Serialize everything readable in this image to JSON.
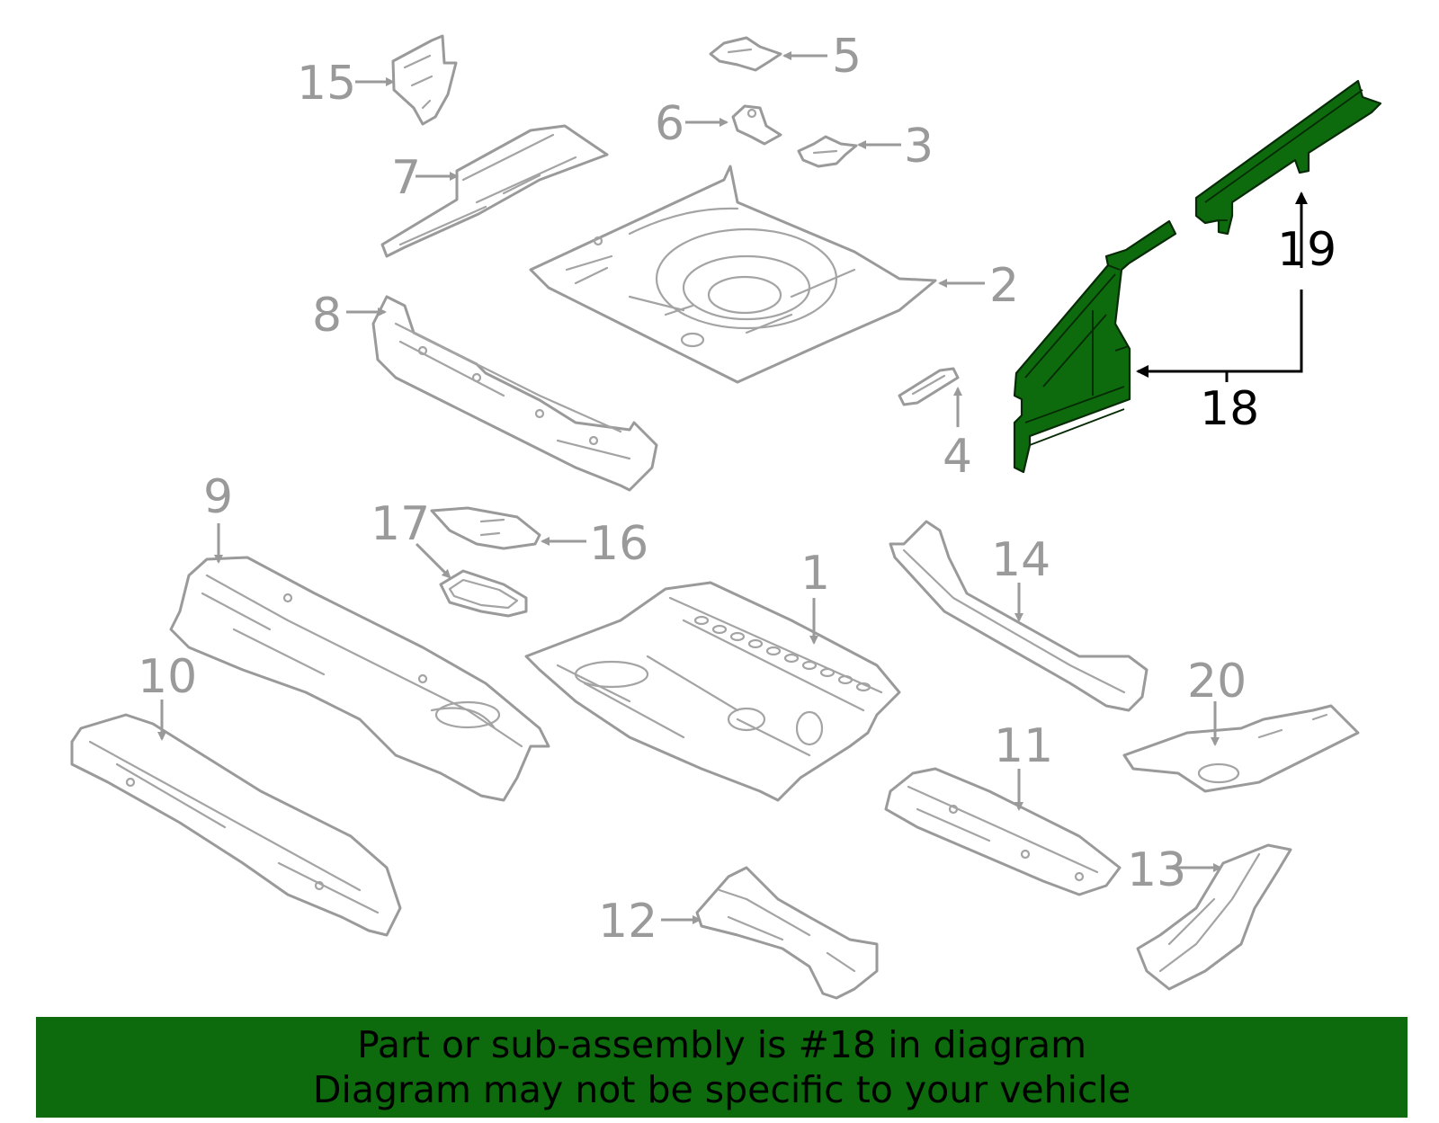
{
  "callouts": {
    "c1": "1",
    "c2": "2",
    "c3": "3",
    "c4": "4",
    "c5": "5",
    "c6": "6",
    "c7": "7",
    "c8": "8",
    "c9": "9",
    "c10": "10",
    "c11": "11",
    "c12": "12",
    "c13": "13",
    "c14": "14",
    "c15": "15",
    "c16": "16",
    "c17": "17",
    "c18": "18",
    "c19": "19",
    "c20": "20"
  },
  "highlighted_part": "18",
  "colors": {
    "highlight": "#0d6b0d",
    "outline": "#9a9a9a",
    "banner": "#0d6b0d"
  },
  "banner": {
    "line1": "Part or sub-assembly is #18 in diagram",
    "line2": "Diagram may not be specific to your vehicle"
  }
}
